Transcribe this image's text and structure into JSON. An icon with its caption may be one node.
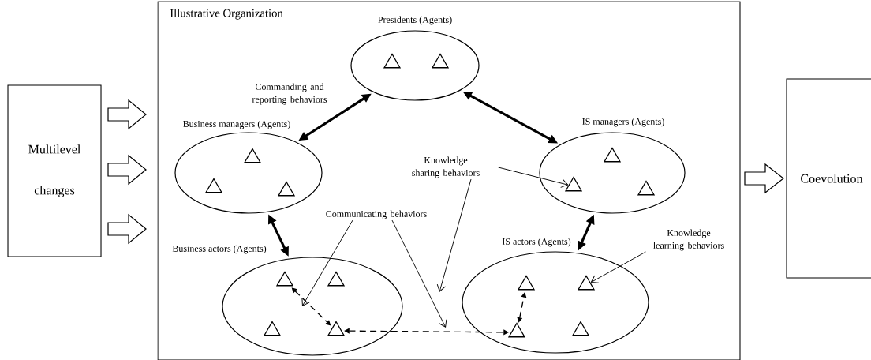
{
  "diagram": {
    "nodes": [
      {
        "text": [
          "Multilevel changes"
        ]
      },
      {
        "text": [
          "Illustrative Organization"
        ]
      },
      {
        "text": [
          "Presidents (Agents)"
        ],
        "in": 1
      },
      {
        "text": [],
        "shape": "triangle",
        "in": 2
      },
      {
        "text": [],
        "shape": "triangle",
        "in": 2
      },
      {
        "text": [
          "Business managers (Agents)"
        ],
        "in": 1
      },
      {
        "text": [],
        "shape": "triangle",
        "in": 5
      },
      {
        "text": [],
        "shape": "triangle",
        "in": 5
      },
      {
        "text": [],
        "shape": "triangle",
        "in": 5
      },
      {
        "text": [
          "IS managers (Agents)"
        ],
        "in": 1
      },
      {
        "text": [],
        "shape": "triangle",
        "in": 9
      },
      {
        "text": [],
        "shape": "triangle",
        "in": 9
      },
      {
        "text": [],
        "shape": "triangle",
        "in": 9
      },
      {
        "text": [
          "Business actors (Agents)"
        ],
        "in": 1
      },
      {
        "text": [],
        "shape": "triangle",
        "in": 13
      },
      {
        "text": [],
        "shape": "triangle",
        "in": 13
      },
      {
        "text": [],
        "shape": "triangle",
        "in": 13
      },
      {
        "text": [],
        "shape": "triangle",
        "in": 13
      },
      {
        "text": [
          "IS actors (Agents)"
        ],
        "in": 1
      },
      {
        "text": [],
        "shape": "triangle",
        "in": 18
      },
      {
        "text": [],
        "shape": "triangle",
        "in": 18
      },
      {
        "text": [],
        "shape": "triangle",
        "in": 18
      },
      {
        "text": [],
        "shape": "triangle",
        "in": 18
      },
      {
        "text": [
          "Coevolution"
        ]
      },
      {
        "text": [
          "Knowledge sharing behaviors"
        ],
        "in": 1
      },
      {
        "text": [
          "Communicating behaviors"
        ],
        "in": 1
      },
      {
        "text": [
          "Knowledge learning behaviors"
        ],
        "in": 1
      }
    ],
    "edges": [
      {
        "from": 0,
        "to": 1,
        "arrow": "to"
      },
      {
        "from": 0,
        "to": 1,
        "arrow": "to"
      },
      {
        "from": 0,
        "to": 1,
        "arrow": "to"
      },
      {
        "from": 1,
        "to": 23,
        "arrow": "to"
      },
      {
        "from": 5,
        "to": 2,
        "arrow": "both",
        "style": "thick"
      },
      {
        "from": 2,
        "to": 9,
        "arrow": "both",
        "style": "thick"
      },
      {
        "from": 5,
        "to": 13,
        "arrow": "both",
        "style": "thick"
      },
      {
        "from": 9,
        "to": 18,
        "arrow": "both",
        "style": "thick"
      },
      {
        "from": 14,
        "to": 17,
        "arrow": "both",
        "style": "dashed"
      },
      {
        "from": 17,
        "to": 21,
        "arrow": "both",
        "style": "dashed"
      },
      {
        "from": 21,
        "to": 19,
        "arrow": "both",
        "style": "dashed"
      },
      {
        "from": 24,
        "to": 11,
        "arrow": "to"
      },
      {
        "from": 24,
        "to": null,
        "arrow": "to"
      },
      {
        "from": 25,
        "to": null,
        "arrow": "to"
      },
      {
        "from": 25,
        "to": null,
        "arrow": "to"
      },
      {
        "from": 26,
        "to": 20,
        "arrow": "to"
      }
    ],
    "labels": [
      "Commanding and reporting behaviors"
    ]
  }
}
